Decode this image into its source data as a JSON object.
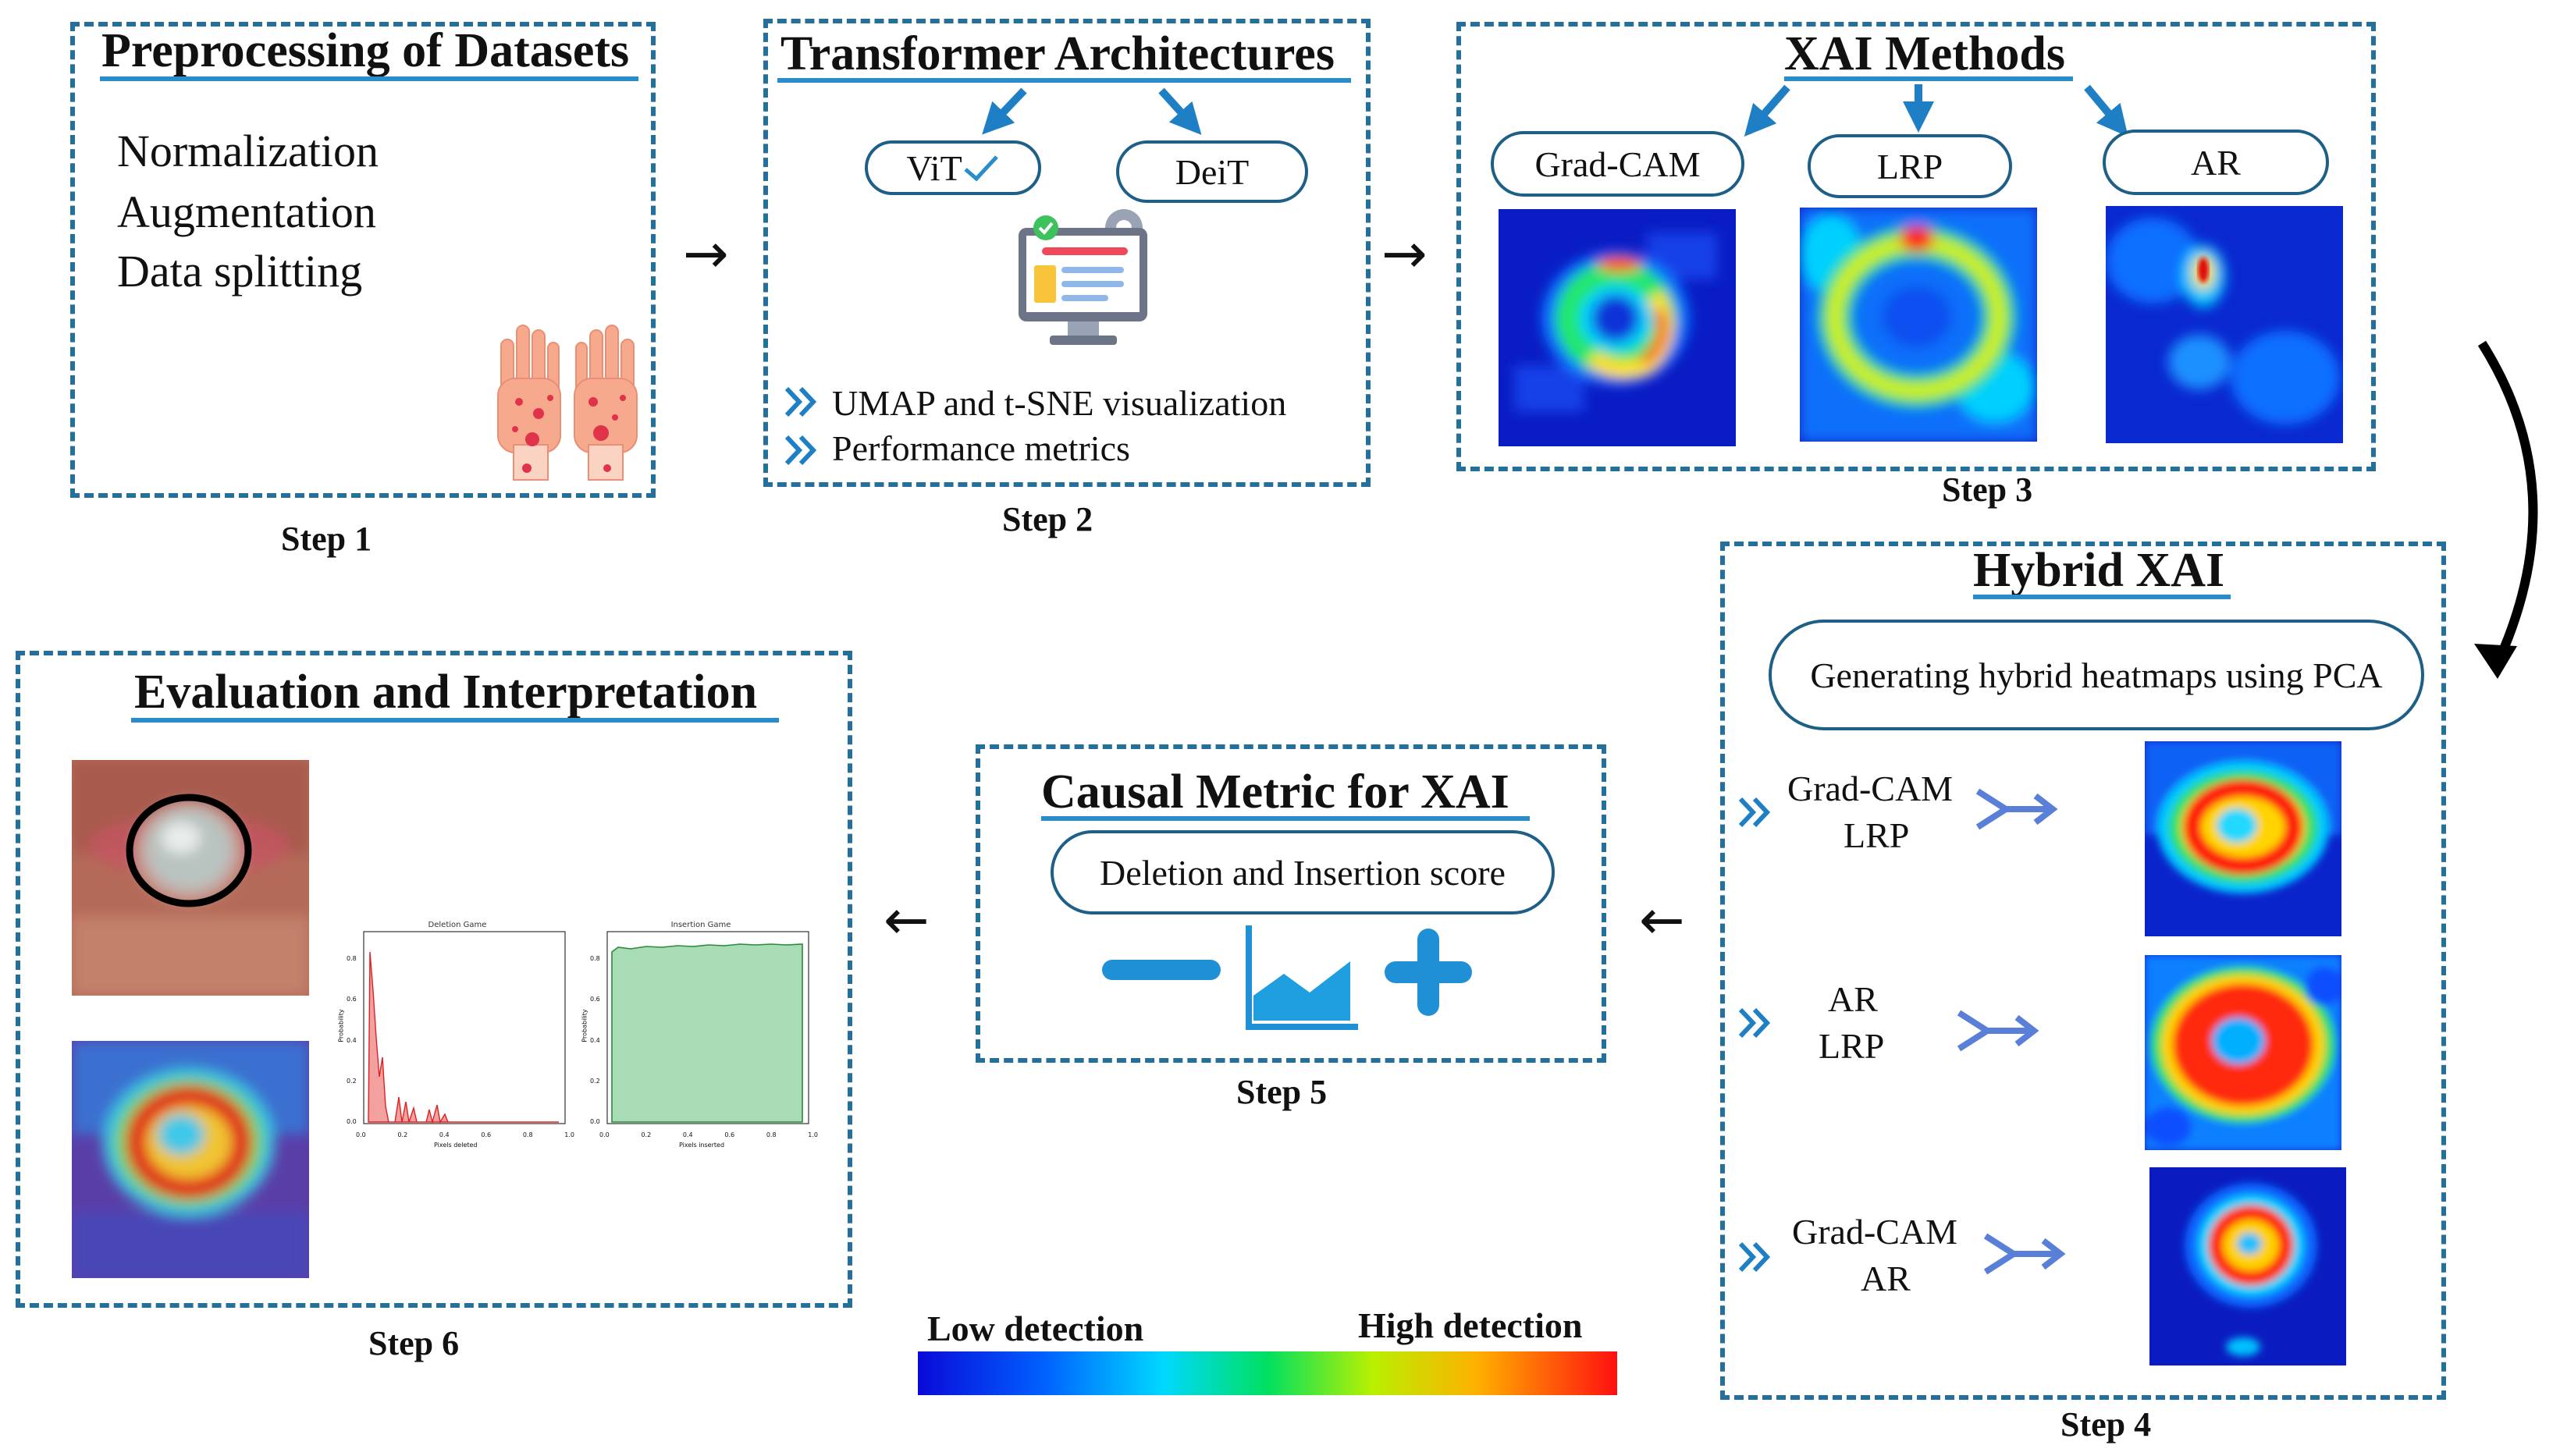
{
  "step1": {
    "title": "Preprocessing of Datasets",
    "items": [
      "Normalization",
      "Augmentation",
      "Data splitting"
    ],
    "label": "Step 1",
    "icon": "skin-rash-hands-icon"
  },
  "step2": {
    "title": "Transformer Architectures",
    "models": [
      "ViT",
      "DeiT"
    ],
    "selected_icon": "checkmark-icon",
    "bullets": [
      "UMAP and t-SNE visualization",
      "Performance metrics"
    ],
    "label": "Step 2",
    "icon": "computer-metrics-icon"
  },
  "step3": {
    "title": "XAI Methods",
    "methods": [
      "Grad-CAM",
      "LRP",
      "AR"
    ],
    "label": "Step 3"
  },
  "step4": {
    "title": "Hybrid XAI",
    "subtitle": "Generating hybrid heatmaps using PCA",
    "combos": [
      {
        "line1": "Grad-CAM",
        "line2": "LRP"
      },
      {
        "line1": "AR",
        "line2": "LRP"
      },
      {
        "line1": "Grad-CAM",
        "line2": "AR"
      }
    ],
    "label": "Step 4"
  },
  "step5": {
    "title": "Causal Metric for XAI",
    "subtitle": "Deletion and Insertion score",
    "label": "Step 5",
    "icons": [
      "minus-icon",
      "area-chart-icon",
      "plus-icon"
    ]
  },
  "step6": {
    "title": "Evaluation and Interpretation",
    "label": "Step 6",
    "charts": {
      "deletion": {
        "title": "Deletion Game",
        "xlabel": "Pixels deleted",
        "ylabel": "Probability",
        "xticks": [
          "0.0",
          "0.2",
          "0.4",
          "0.6",
          "0.8",
          "1.0"
        ],
        "yticks": [
          "0.0",
          "0.2",
          "0.4",
          "0.6",
          "0.8"
        ]
      },
      "insertion": {
        "title": "Insertion Game",
        "xlabel": "Pixels inserted",
        "ylabel": "Probability",
        "xticks": [
          "0.0",
          "0.2",
          "0.4",
          "0.6",
          "0.8",
          "1.0"
        ],
        "yticks": [
          "0.0",
          "0.2",
          "0.4",
          "0.6",
          "0.8"
        ]
      }
    }
  },
  "legend": {
    "low": "Low detection",
    "high": "High detection"
  },
  "colors": {
    "border": "#24709a",
    "accent": "#2a8dc9",
    "arrow": "#1f7fc4"
  }
}
